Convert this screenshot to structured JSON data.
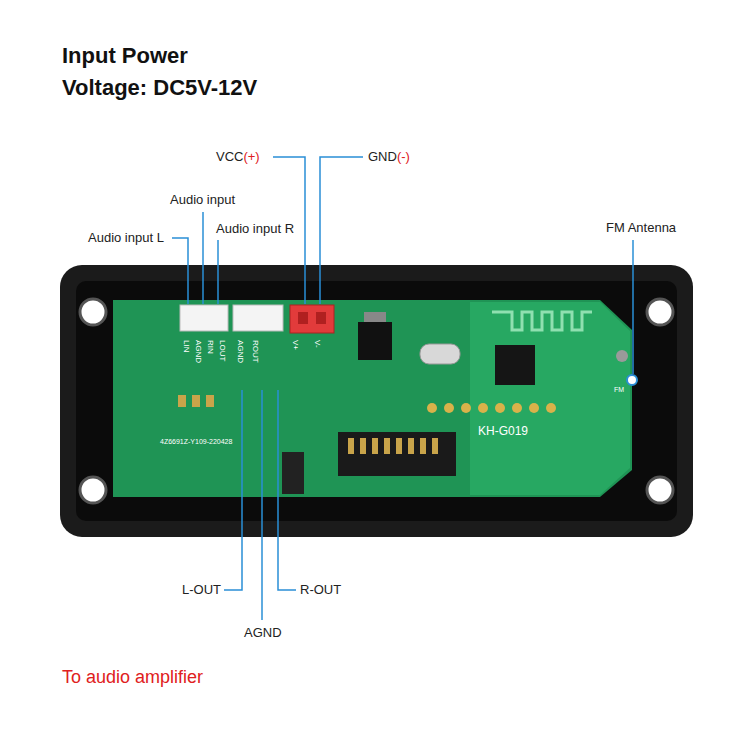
{
  "diagram": {
    "title": "Input Power Voltage: DC5V-12V",
    "labels": [
      "VCC",
      "(+)",
      "GND",
      "(-)",
      "Audio input",
      "Audio input L",
      "Audio input R",
      "FM Antenna",
      "LIN",
      "AGND",
      "RIN",
      "LOUT",
      "AGND",
      "ROUT",
      "V+",
      "V-",
      "KH-G019",
      "4Z6691Z-Y109-220428",
      "FM",
      "L-OUT",
      "AGND",
      "R-OUT",
      "To audio amplifier"
    ]
  }
}
